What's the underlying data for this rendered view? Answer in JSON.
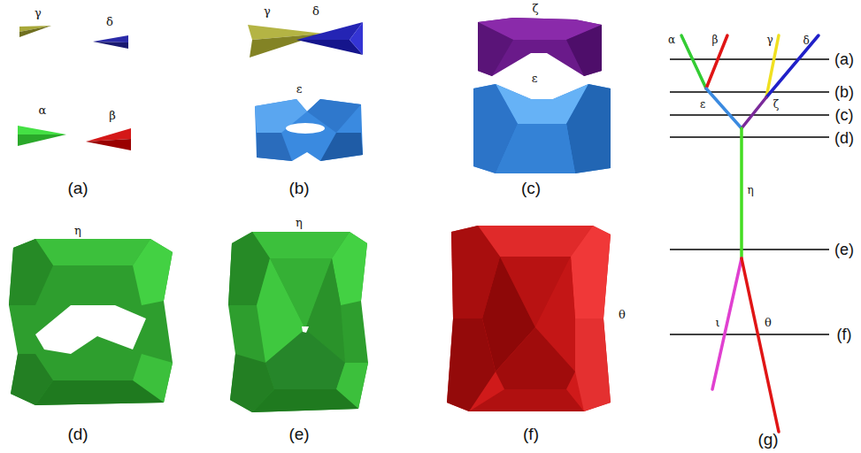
{
  "diagram": {
    "labels": [
      "γ",
      "δ",
      "α",
      "β",
      "(a)",
      "γ",
      "δ",
      "ε",
      "(b)",
      "ζ",
      "ε",
      "(c)",
      "η",
      "(d)",
      "η",
      "(e)",
      "θ",
      "(f)",
      "α",
      "β",
      "γ",
      "δ",
      "(a)",
      "(b)",
      "ε",
      "ζ",
      "(c)",
      "(d)",
      "η",
      "(e)",
      "ι",
      "θ",
      "(f)",
      "(g)"
    ]
  }
}
